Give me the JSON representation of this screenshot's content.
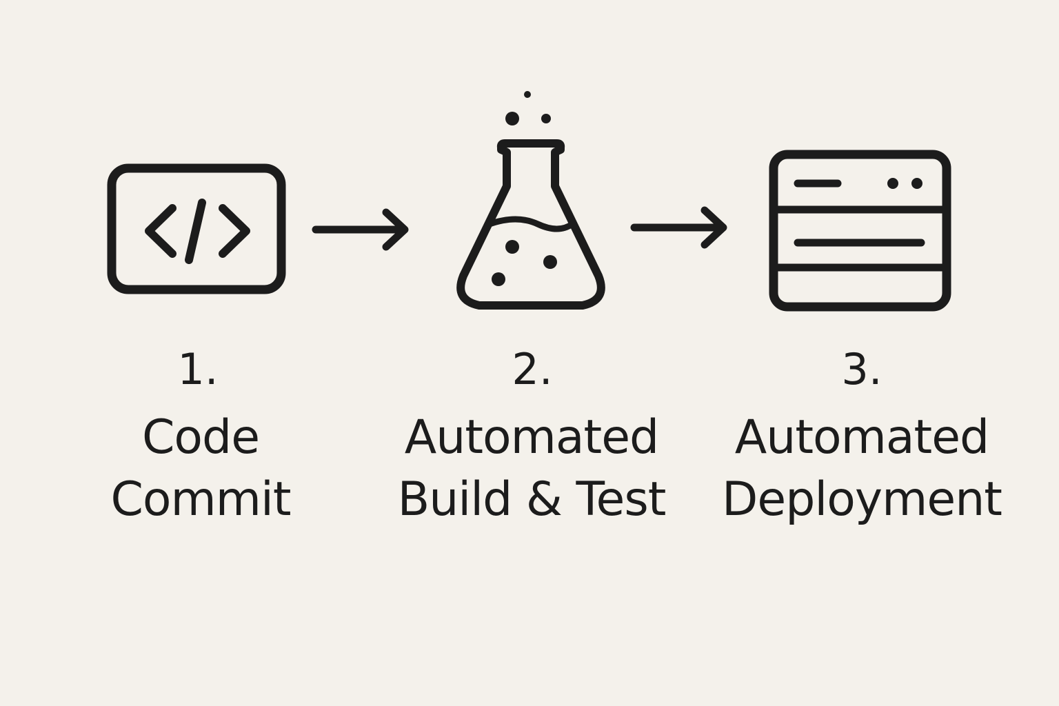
{
  "steps": [
    {
      "number": "1.",
      "label_line1": "Code",
      "label_line2": "Commit",
      "icon": "code-window-icon"
    },
    {
      "number": "2.",
      "label_line1": "Automated",
      "label_line2": "Build & Test",
      "icon": "flask-icon"
    },
    {
      "number": "3.",
      "label_line1": "Automated",
      "label_line2": "Deployment",
      "icon": "server-panel-icon"
    }
  ],
  "colors": {
    "background": "#f4f1eb",
    "ink": "#1c1c1c"
  }
}
